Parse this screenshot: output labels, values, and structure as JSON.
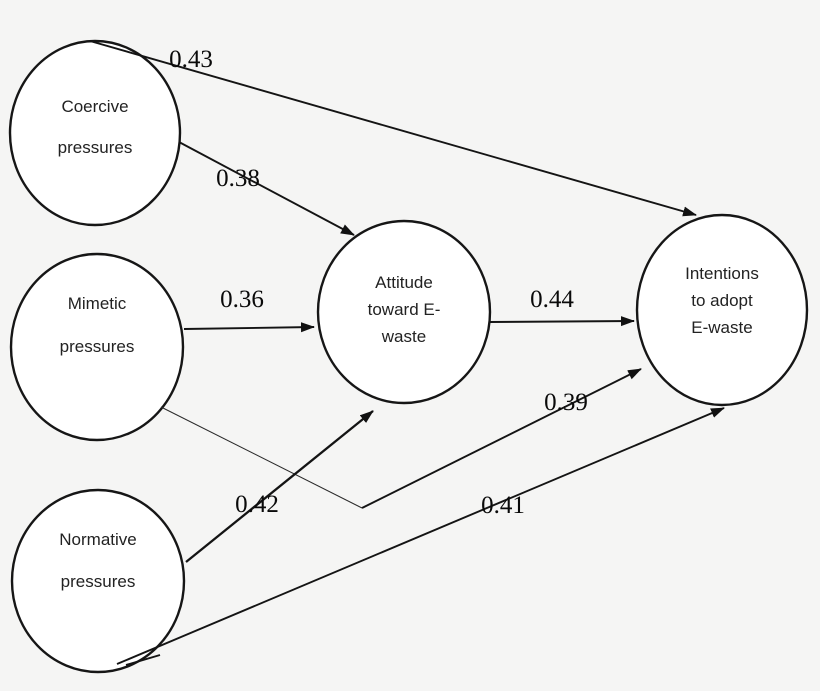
{
  "canvas": {
    "background_color": "#f5f5f4",
    "node_fill_color": "#ffffff",
    "ink_color": "#141414",
    "diagram_type": "path-diagram"
  },
  "nodes": {
    "coercive": {
      "label": "Coercive pressures",
      "lines": [
        "Coercive",
        "pressures"
      ]
    },
    "mimetic": {
      "label": "Mimetic pressures",
      "lines": [
        "Mimetic",
        "pressures"
      ]
    },
    "normative": {
      "label": "Normative pressures",
      "lines": [
        "Normative",
        "pressures"
      ]
    },
    "attitude": {
      "label": "Attitude toward E-waste",
      "lines": [
        "Attitude",
        "toward E-",
        "waste"
      ]
    },
    "intentions": {
      "label": "Intentions to adopt E-waste",
      "lines": [
        "Intentions",
        "to adopt",
        "E-waste"
      ]
    }
  },
  "edges": [
    {
      "from": "Coercive pressures",
      "to": "Intentions to adopt E-waste",
      "coefficient": "0.43"
    },
    {
      "from": "Coercive pressures",
      "to": "Attitude toward E-waste",
      "coefficient": "0.38"
    },
    {
      "from": "Mimetic pressures",
      "to": "Attitude toward E-waste",
      "coefficient": "0.36"
    },
    {
      "from": "Mimetic pressures",
      "to": "Intentions to adopt E-waste",
      "coefficient": "0.39"
    },
    {
      "from": "Normative pressures",
      "to": "Attitude toward E-waste",
      "coefficient": "0.42"
    },
    {
      "from": "Normative pressures",
      "to": "Intentions to adopt E-waste",
      "coefficient": "0.41"
    },
    {
      "from": "Attitude toward E-waste",
      "to": "Intentions to adopt E-waste",
      "coefficient": "0.44"
    }
  ]
}
